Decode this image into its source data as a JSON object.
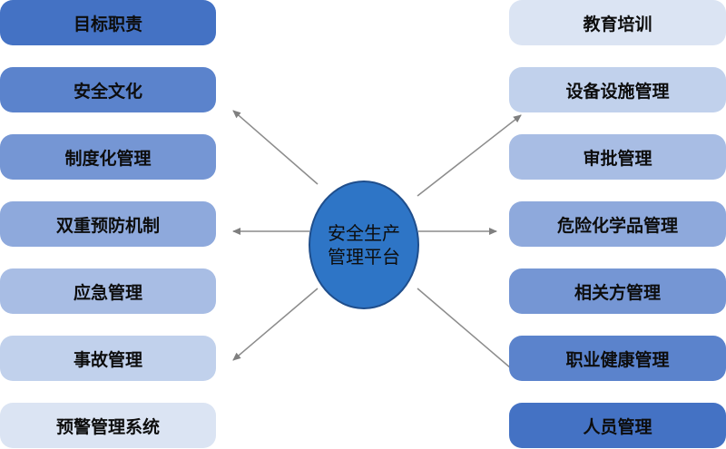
{
  "hub": {
    "label": "安全生产管理平台"
  },
  "left_items": [
    {
      "label": "目标职责"
    },
    {
      "label": "安全文化"
    },
    {
      "label": "制度化管理"
    },
    {
      "label": "双重预防机制"
    },
    {
      "label": "应急管理"
    },
    {
      "label": "事故管理"
    },
    {
      "label": "预警管理系统"
    }
  ],
  "right_items": [
    {
      "label": "教育培训"
    },
    {
      "label": "设备设施管理"
    },
    {
      "label": "审批管理"
    },
    {
      "label": "危险化学品管理"
    },
    {
      "label": "相关方管理"
    },
    {
      "label": "职业健康管理"
    },
    {
      "label": "人员管理"
    }
  ],
  "colors": {
    "hub_fill": "#2e75c6",
    "arrow": "#7f7f7f"
  }
}
